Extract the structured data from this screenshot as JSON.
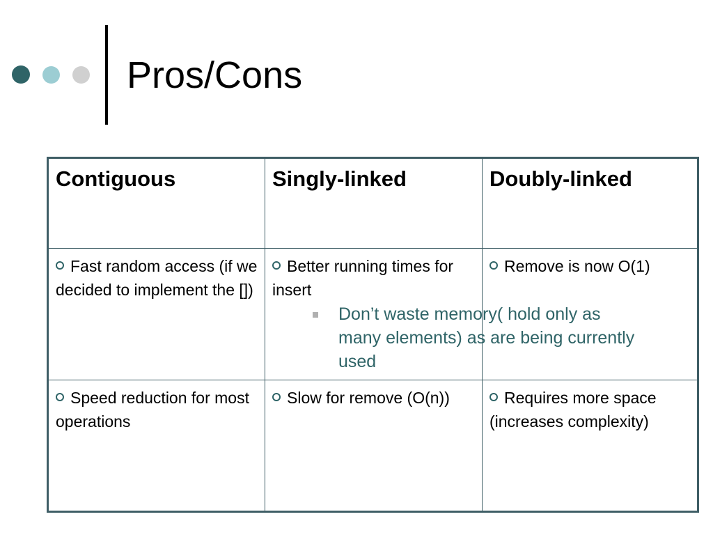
{
  "slide": {
    "title": "Pros/Cons"
  },
  "table": {
    "headers": [
      "Contiguous",
      "Singly-linked",
      "Doubly-linked"
    ],
    "rows": [
      {
        "contiguous": "Fast random access (if we decided to implement the [])",
        "singly": "Better running times for insert",
        "singly_sub": "Don’t waste memory( hold only as many elements) as are being currently used",
        "doubly": "Remove is now O(1)"
      },
      {
        "contiguous": "Speed reduction for most operations",
        "singly": "Slow for remove (O(n))",
        "doubly": "Requires more space (increases complexity)"
      }
    ]
  },
  "icons": {
    "title_dots": "three-circle-decoration",
    "bullet": "hollow-circle-bullet",
    "sub_bullet": "square-bullet"
  },
  "colors": {
    "accent_dark": "#2f6467",
    "accent_light": "#9ccdd3",
    "neutral": "#d0d0d0",
    "table_border": "#3f5e66"
  }
}
